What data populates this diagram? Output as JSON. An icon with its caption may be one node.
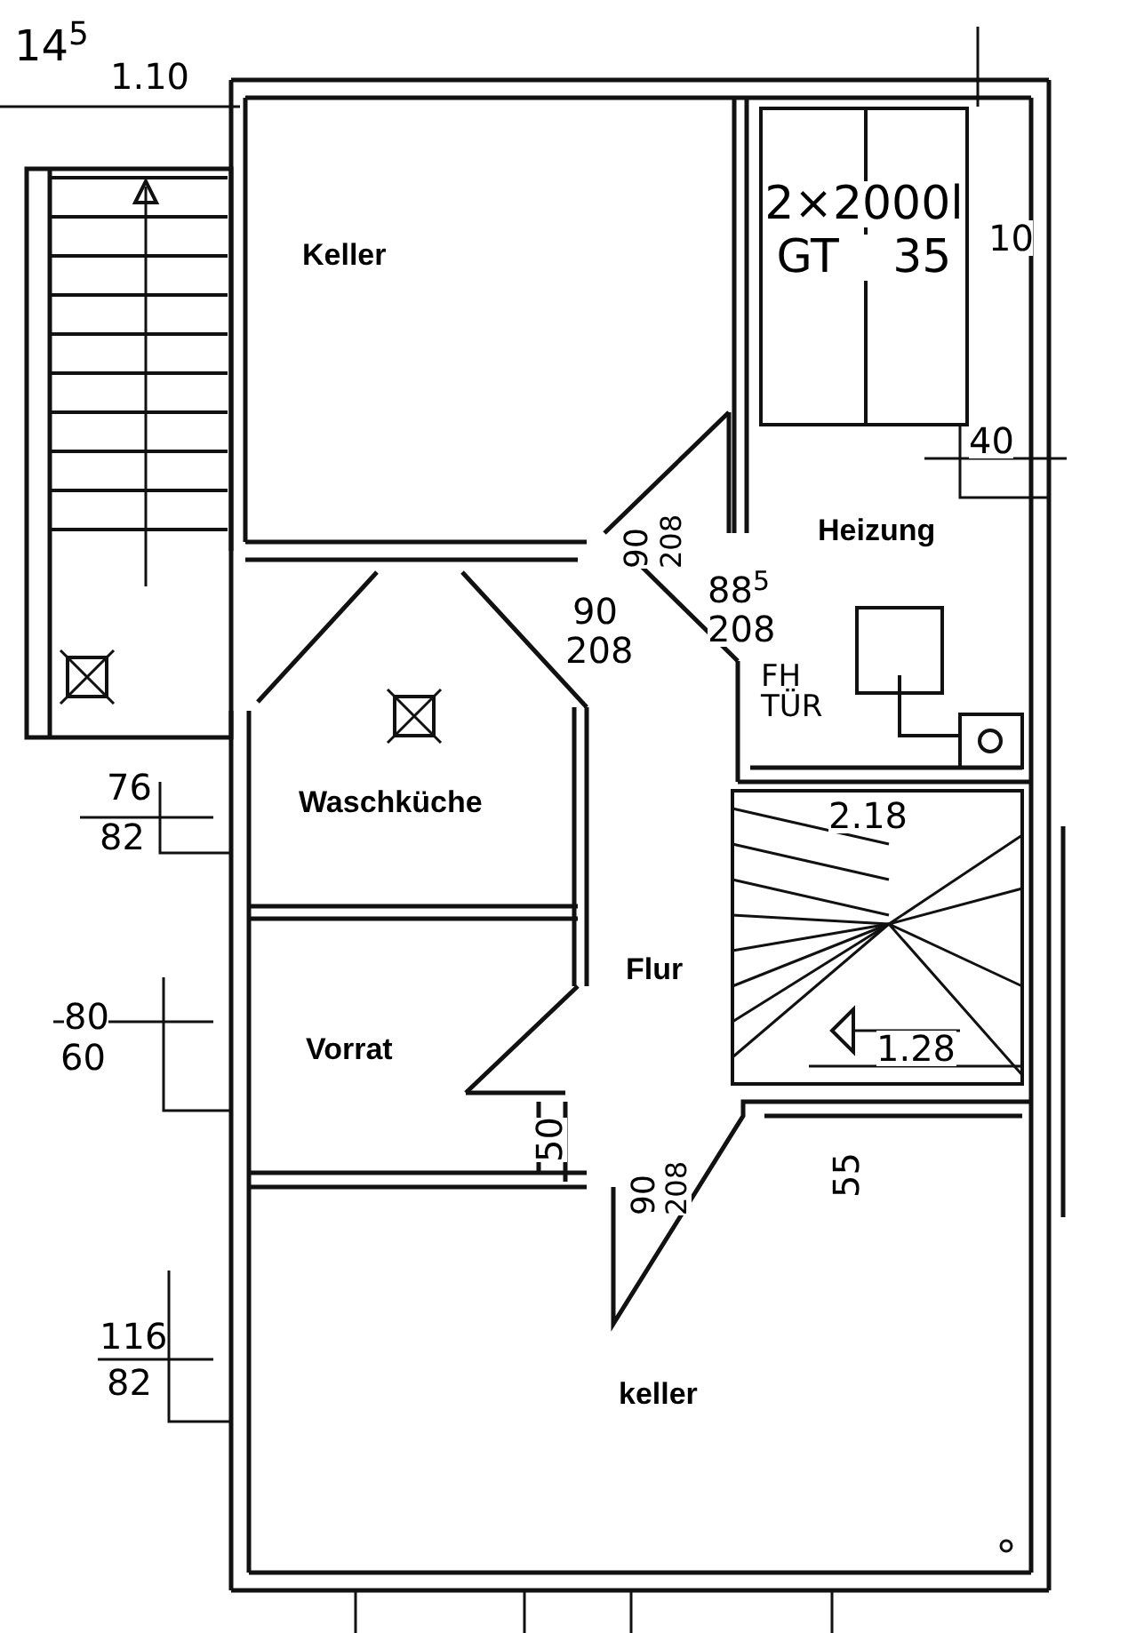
{
  "diagram": {
    "nodes": [
      {
        "text": [
          "Keller"
        ]
      },
      {
        "text": [
          "2×2000l",
          "GT 35"
        ]
      },
      {
        "text": [
          "Heizung"
        ]
      },
      {
        "text": [
          "Waschküche"
        ]
      },
      {
        "text": [
          "Flur"
        ]
      },
      {
        "text": [
          "Vorrat"
        ]
      },
      {
        "text": [
          "keller"
        ]
      }
    ],
    "labels": [
      "14$^{5}$",
      "1.10",
      "10",
      "40",
      "90",
      "208",
      "90",
      "208",
      "88$^{5}$",
      "208",
      "FH TÜR",
      "76",
      "82",
      "2.18",
      "80",
      "60",
      "1.28",
      "50",
      "55",
      "90",
      "208",
      "116",
      "82"
    ]
  }
}
